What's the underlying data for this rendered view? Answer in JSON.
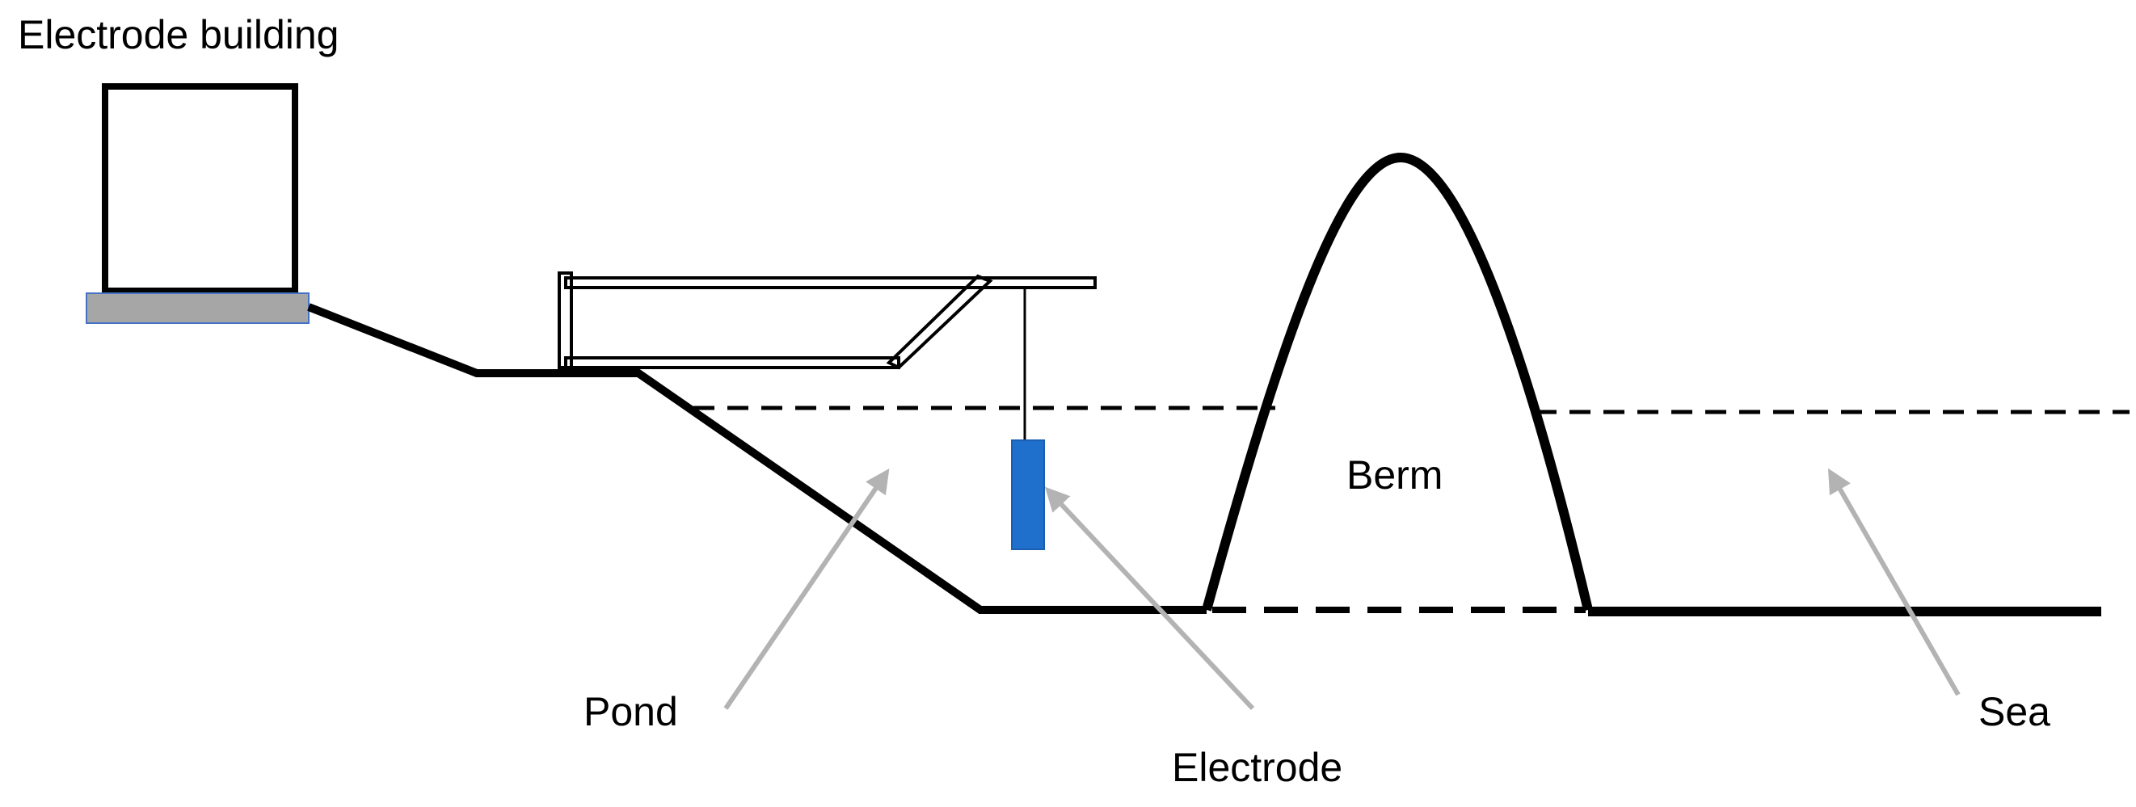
{
  "labels": {
    "electrode_building": "Electrode building",
    "berm": "Berm",
    "pond": "Pond",
    "electrode": "Electrode",
    "sea": "Sea"
  },
  "colors": {
    "line": "#000000",
    "arrow": "#b3b3b3",
    "foundation_fill": "#a6a6a6",
    "foundation_stroke": "#4472c4",
    "electrode_fill": "#1f6fcc"
  }
}
